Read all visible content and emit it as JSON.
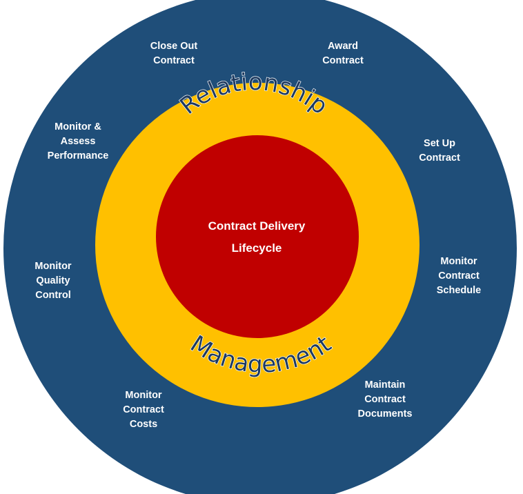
{
  "colors": {
    "outer_ring": "#1f4e79",
    "middle_ring": "#ffc000",
    "core": "#c00000",
    "label_text": "#ffffff",
    "ring_text": "#1e3a5f"
  },
  "ring_words": {
    "top": "Relationship",
    "bottom": "Management"
  },
  "center": {
    "line1": "Contract  Delivery",
    "line2": "Lifecycle"
  },
  "steps": [
    {
      "line1": "Award",
      "line2": "Contract"
    },
    {
      "line1": "Set Up",
      "line2": "Contract"
    },
    {
      "line1": "Monitor",
      "line2": "Contract",
      "line3": "Schedule"
    },
    {
      "line1": "Maintain",
      "line2": "Contract",
      "line3": "Documents"
    },
    {
      "line1": "Monitor",
      "line2": "Contract",
      "line3": "Costs"
    },
    {
      "line1": "Monitor",
      "line2": "Quality",
      "line3": "Control"
    },
    {
      "line1": "Monitor &",
      "line2": "Assess",
      "line3": "Performance"
    },
    {
      "line1": "Close Out",
      "line2": "Contract"
    }
  ]
}
